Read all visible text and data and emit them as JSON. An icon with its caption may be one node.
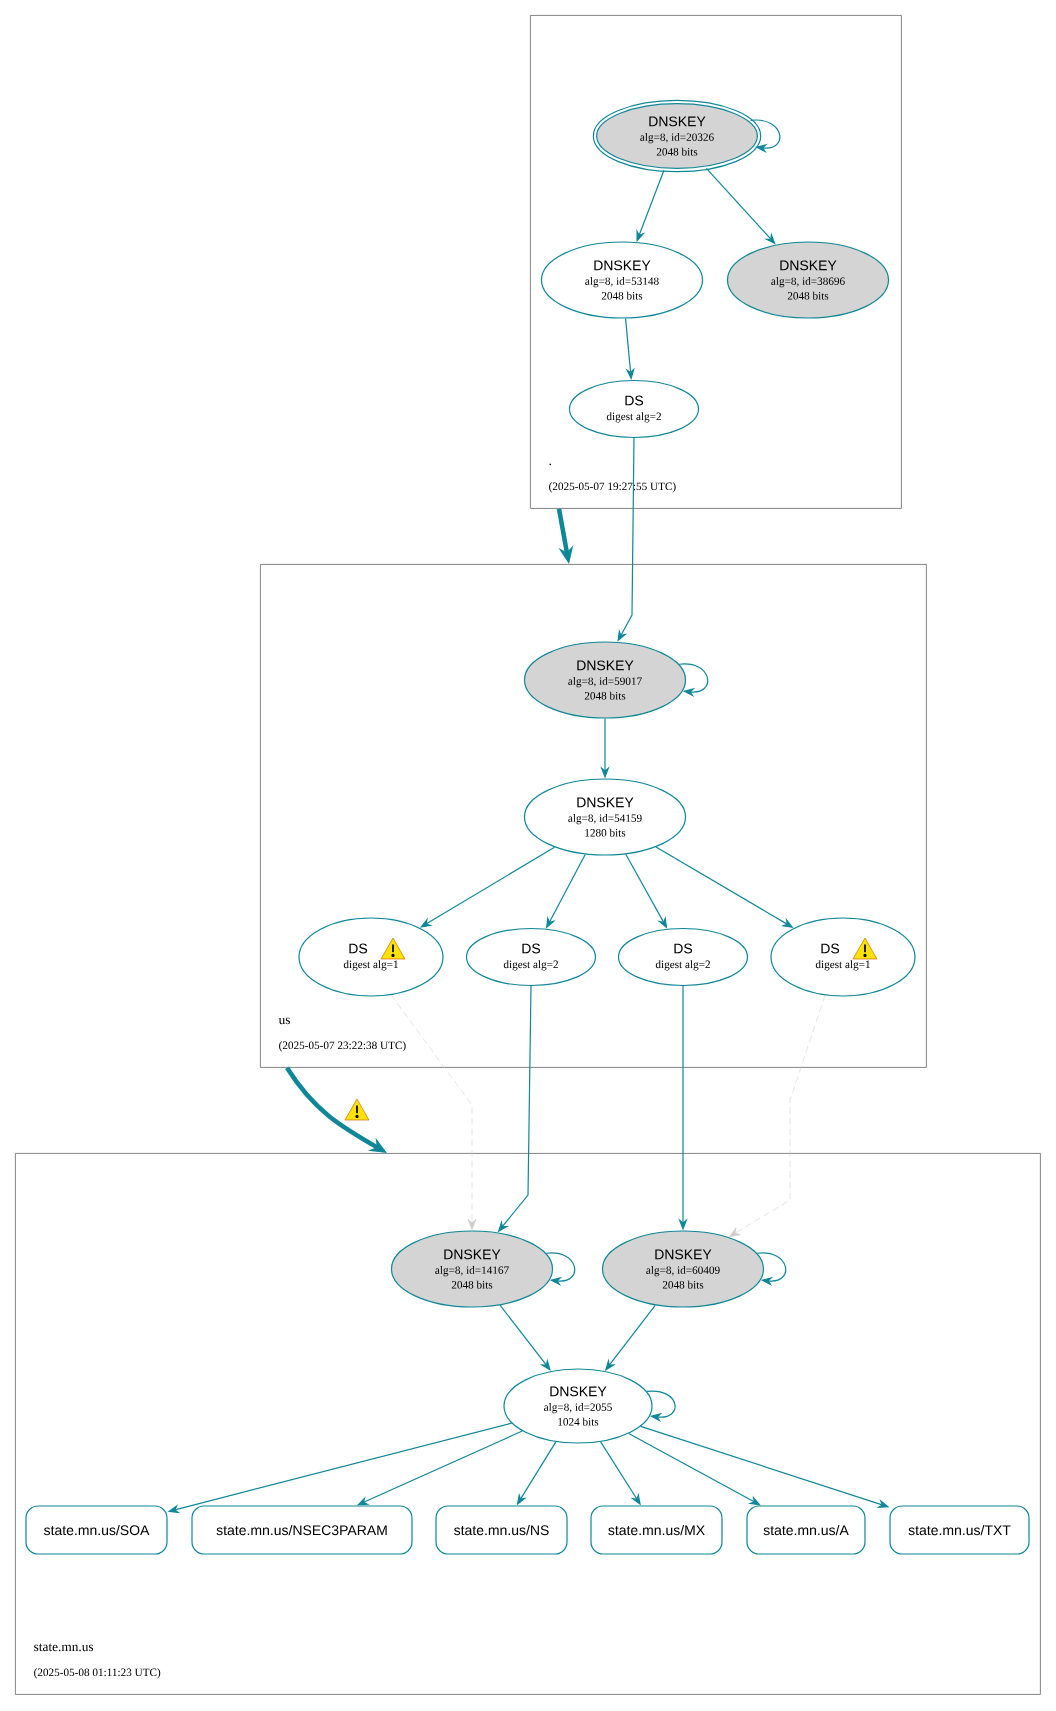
{
  "diagram": {
    "nodes": [
      {
        "text": [
          ".",
          "(2025-05-07 19:27:55 UTC)"
        ]
      },
      {
        "text": [
          "DNSKEY",
          "alg=8, id=20326",
          "2048 bits"
        ],
        "in": 0
      },
      {
        "text": [
          "DNSKEY",
          "alg=8, id=53148",
          "2048 bits"
        ],
        "in": 0
      },
      {
        "text": [
          "DNSKEY",
          "alg=8, id=38696",
          "2048 bits"
        ],
        "in": 0
      },
      {
        "text": [
          "DS",
          "digest alg=2"
        ],
        "in": 0
      },
      {
        "text": [
          "us",
          "(2025-05-07 23:22:38 UTC)"
        ]
      },
      {
        "text": [
          "DNSKEY",
          "alg=8, id=59017",
          "2048 bits"
        ],
        "in": 5
      },
      {
        "text": [
          "DNSKEY",
          "alg=8, id=54159",
          "1280 bits"
        ],
        "in": 5
      },
      {
        "text": [
          "DS",
          "digest alg=1"
        ],
        "in": 5
      },
      {
        "text": [
          "DS",
          "digest alg=2"
        ],
        "in": 5
      },
      {
        "text": [
          "DS",
          "digest alg=2"
        ],
        "in": 5
      },
      {
        "text": [
          "DS",
          "digest alg=1"
        ],
        "in": 5
      },
      {
        "text": [
          "state.mn.us",
          "(2025-05-08 01:11:23 UTC)"
        ]
      },
      {
        "text": [
          "DNSKEY",
          "alg=8, id=14167",
          "2048 bits"
        ],
        "in": 12
      },
      {
        "text": [
          "DNSKEY",
          "alg=8, id=60409",
          "2048 bits"
        ],
        "in": 12
      },
      {
        "text": [
          "DNSKEY",
          "alg=8, id=2055",
          "1024 bits"
        ],
        "in": 12
      },
      {
        "text": [
          "state.mn.us/SOA"
        ],
        "in": 12
      },
      {
        "text": [
          "state.mn.us/NSEC3PARAM"
        ],
        "in": 12
      },
      {
        "text": [
          "state.mn.us/NS"
        ],
        "in": 12
      },
      {
        "text": [
          "state.mn.us/MX"
        ],
        "in": 12
      },
      {
        "text": [
          "state.mn.us/A"
        ],
        "in": 12
      },
      {
        "text": [
          "state.mn.us/TXT"
        ],
        "in": 12
      }
    ],
    "edges": [
      {
        "from": 1,
        "to": 1,
        "arrow": "to"
      },
      {
        "from": 1,
        "to": 2,
        "arrow": "to"
      },
      {
        "from": 1,
        "to": 3,
        "arrow": "to"
      },
      {
        "from": 2,
        "to": 4,
        "arrow": "to"
      },
      {
        "from": 4,
        "to": 6,
        "arrow": "to"
      },
      {
        "from": 0,
        "to": 5,
        "arrow": "to",
        "style": "thick"
      },
      {
        "from": 6,
        "to": 6,
        "arrow": "to"
      },
      {
        "from": 6,
        "to": 7,
        "arrow": "to"
      },
      {
        "from": 7,
        "to": 8,
        "arrow": "to"
      },
      {
        "from": 7,
        "to": 9,
        "arrow": "to"
      },
      {
        "from": 7,
        "to": 10,
        "arrow": "to"
      },
      {
        "from": 7,
        "to": 11,
        "arrow": "to"
      },
      {
        "from": 5,
        "to": 12,
        "arrow": "to",
        "style": "thick"
      },
      {
        "from": 8,
        "to": 13,
        "arrow": "to",
        "style": "dashed",
        "color": "#cccccc"
      },
      {
        "from": 9,
        "to": 13,
        "arrow": "to"
      },
      {
        "from": 10,
        "to": 14,
        "arrow": "to"
      },
      {
        "from": 11,
        "to": 14,
        "arrow": "to",
        "style": "dashed",
        "color": "#cccccc"
      },
      {
        "from": 13,
        "to": 13,
        "arrow": "to"
      },
      {
        "from": 14,
        "to": 14,
        "arrow": "to"
      },
      {
        "from": 13,
        "to": 15,
        "arrow": "to"
      },
      {
        "from": 14,
        "to": 15,
        "arrow": "to"
      },
      {
        "from": 15,
        "to": 15,
        "arrow": "to"
      },
      {
        "from": 15,
        "to": 16,
        "arrow": "to"
      },
      {
        "from": 15,
        "to": 17,
        "arrow": "to"
      },
      {
        "from": 15,
        "to": 18,
        "arrow": "to"
      },
      {
        "from": 15,
        "to": 19,
        "arrow": "to"
      },
      {
        "from": 15,
        "to": 20,
        "arrow": "to"
      },
      {
        "from": 15,
        "to": 21,
        "arrow": "to"
      }
    ]
  }
}
